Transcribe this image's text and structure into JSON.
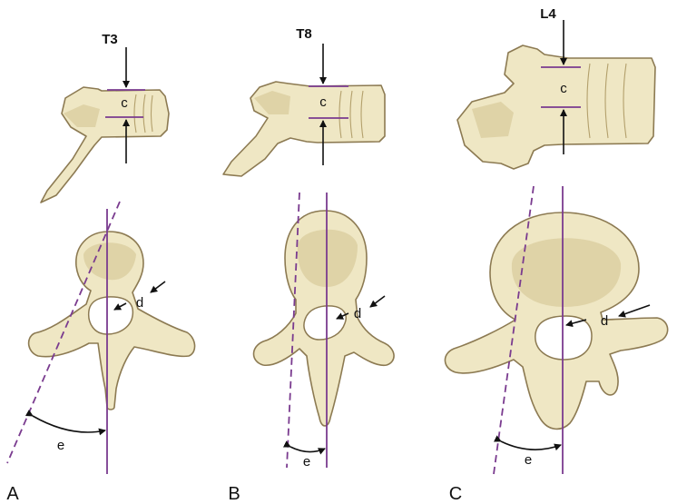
{
  "panels": [
    {
      "letter": "A",
      "level": "T3",
      "c_label": "c",
      "d_label": "d",
      "e_label": "e"
    },
    {
      "letter": "B",
      "level": "T8",
      "c_label": "c",
      "d_label": "d",
      "e_label": "e"
    },
    {
      "letter": "C",
      "level": "L4",
      "c_label": "c",
      "d_label": "d",
      "e_label": "e"
    }
  ],
  "colors": {
    "bone": "#efe7c4",
    "outline": "#8c7a52",
    "axis": "#7a3b8f",
    "arrow": "#111111"
  }
}
